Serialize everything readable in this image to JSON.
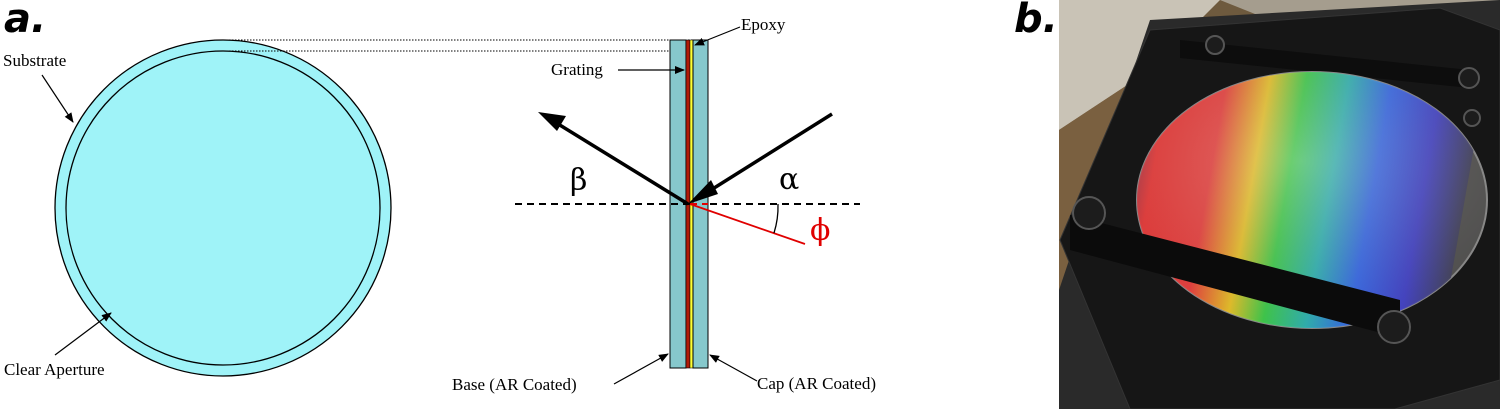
{
  "panels": {
    "a_label": "a.",
    "b_label": "b."
  },
  "labels": {
    "substrate": "Substrate",
    "clear_aperture": "Clear Aperture",
    "epoxy": "Epoxy",
    "grating": "Grating",
    "base": "Base (AR Coated)",
    "cap": "Cap (AR Coated)"
  },
  "angles": {
    "beta": "β",
    "alpha": "α",
    "phi": "ϕ"
  },
  "colors": {
    "substrate_fill": "#9ff3f8",
    "glass_fill": "#86c8cc",
    "grating": "#b01a08",
    "epoxy": "#ffff33",
    "angle_red": "#e00000"
  }
}
